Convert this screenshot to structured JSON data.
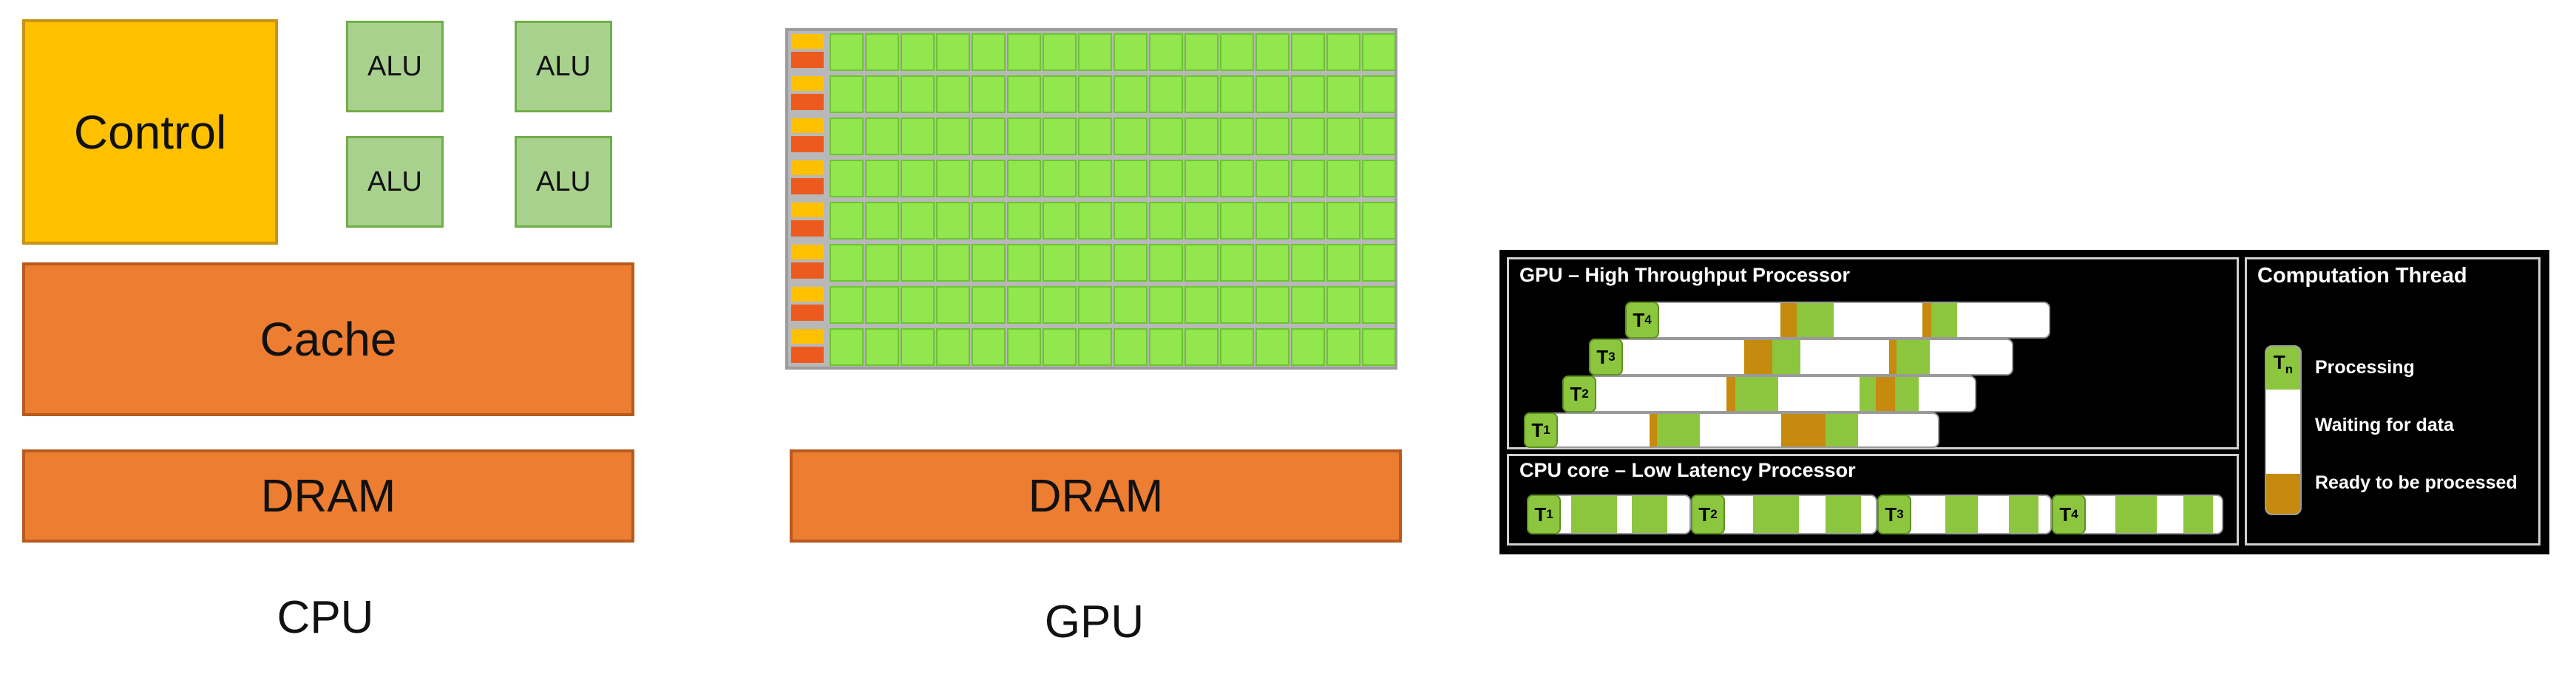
{
  "cpu": {
    "control_label": "Control",
    "alu_labels": [
      "ALU",
      "ALU",
      "ALU",
      "ALU"
    ],
    "cache_label": "Cache",
    "dram_label": "DRAM",
    "caption": "CPU"
  },
  "gpu": {
    "dram_label": "DRAM",
    "caption": "GPU"
  },
  "threads": {
    "gpu_title": "GPU – High Throughput Processor",
    "cpu_title": "CPU core – Low Latency Processor",
    "legend_title": "Computation Thread",
    "legend_tag": "n",
    "legend_items": [
      "Processing",
      "Waiting for data",
      "Ready to be processed"
    ],
    "gpu_tags": [
      "4",
      "3",
      "2",
      "1"
    ],
    "cpu_tags": [
      "1",
      "2",
      "3",
      "4"
    ]
  },
  "colors": {
    "control": "#FFC000",
    "cache_dram": "#ED7D31",
    "alu": "#A9D18E",
    "gpu_core": "#92E64E",
    "processing": "#8CC63F",
    "waiting": "#FFFFFF",
    "ready": "#C58A0E"
  }
}
